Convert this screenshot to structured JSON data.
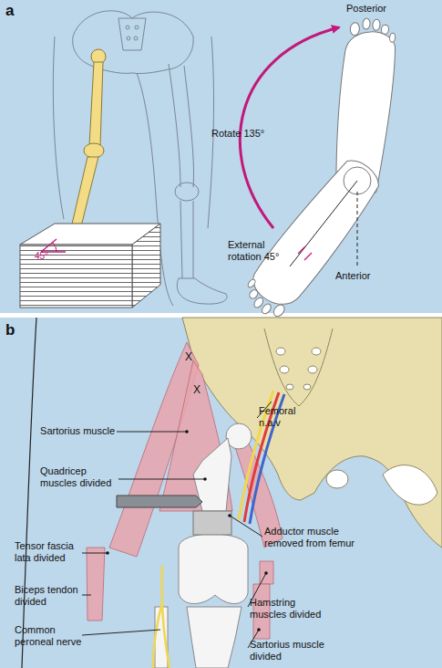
{
  "diagram": {
    "labels": [
      "a",
      "45°",
      "Posterior",
      "Rotate 135°",
      "External rotation 45°",
      "Anterior",
      "b",
      "X",
      "X",
      "Sartorius muscle",
      "Femoral n.a.v",
      "Quadricep muscles divided",
      "Tensor fascia lata divided",
      "Adductor muscle removed from femur",
      "Biceps tendon divided",
      "Common peroneal nerve",
      "Hamstring muscles divided",
      "Sartorius muscle divided"
    ]
  }
}
